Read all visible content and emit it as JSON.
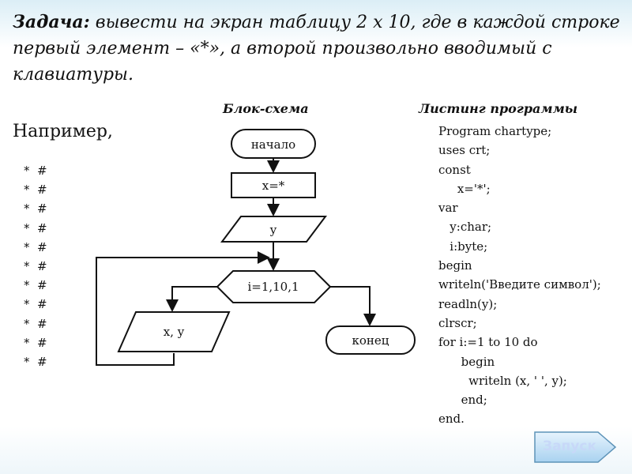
{
  "task": {
    "label": "Задача:",
    "text": " вывести на экран таблицу 2 x 10, где в каждой строке первый элемент – «*», а второй произвольно вводимый с клавиатуры."
  },
  "example": {
    "label": "Например,",
    "rows": [
      "*  #",
      "*  #",
      "*  #",
      "*  #",
      "*  #",
      "*  #",
      "*  #",
      "*  #",
      "*  #",
      "*  #",
      "*  #"
    ]
  },
  "flowchart": {
    "title": "Блок-схема",
    "start": "начало",
    "assign": "x=*",
    "input": "y",
    "loop": "i=1,10,1",
    "output": "x, y",
    "end": "конец"
  },
  "listing": {
    "title": "Листинг программы",
    "lines": [
      "Program chartype;",
      "uses crt;",
      "const",
      "     x='*';",
      "var",
      "   y:char;",
      "   i:byte;",
      "begin",
      "writeln('Введите символ');",
      "readln(y);",
      "clrscr;",
      "for i:=1 to 10 do",
      "      begin",
      "        writeln (x, ' ', y);",
      "      end;",
      "end."
    ]
  },
  "run_button": {
    "label": "Запуск"
  }
}
